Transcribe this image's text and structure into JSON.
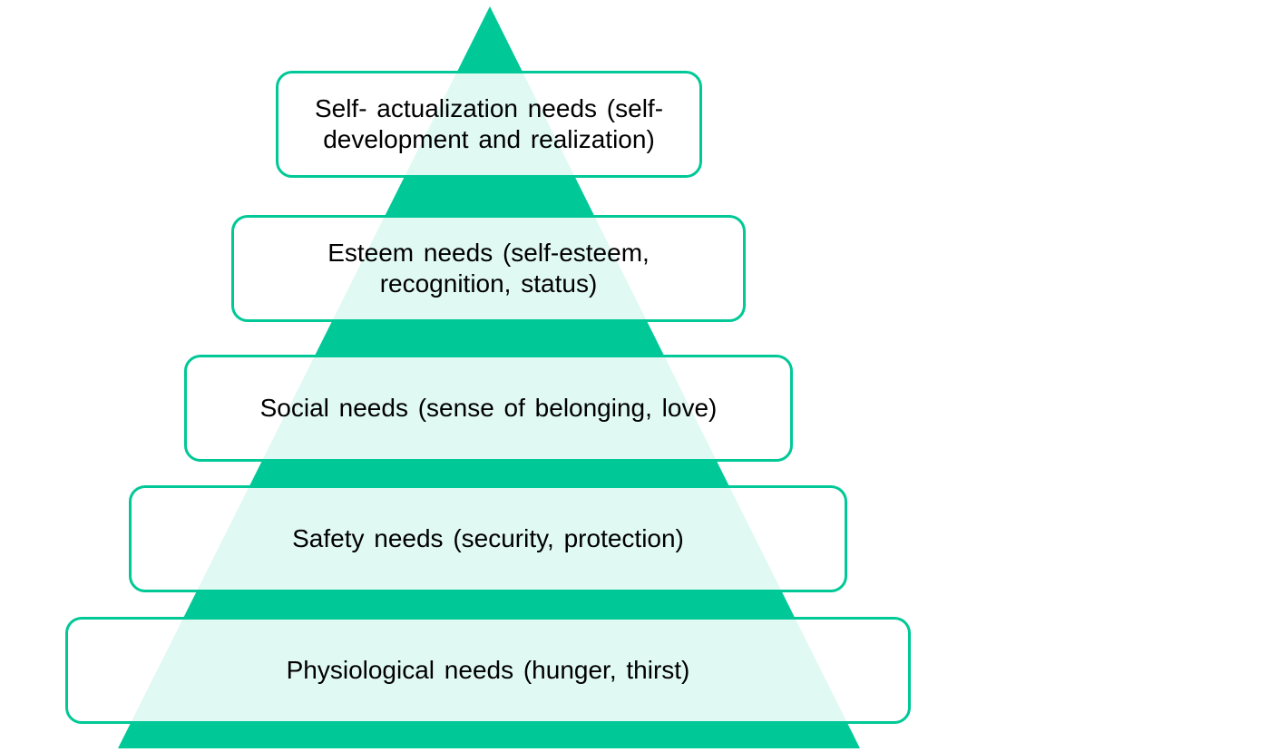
{
  "colors": {
    "pyramid_fill": "#00C896",
    "box_border": "#00C896",
    "text": "#000000"
  },
  "levels": [
    {
      "label": "Physiological needs (hunger, thirst)"
    },
    {
      "label": "Safety needs (security, protection)"
    },
    {
      "label": "Social needs (sense of belonging, love)"
    },
    {
      "label": "Esteem needs (self-esteem, recognition, status)"
    },
    {
      "label": "Self- actualization needs (self-development and realization)"
    }
  ]
}
